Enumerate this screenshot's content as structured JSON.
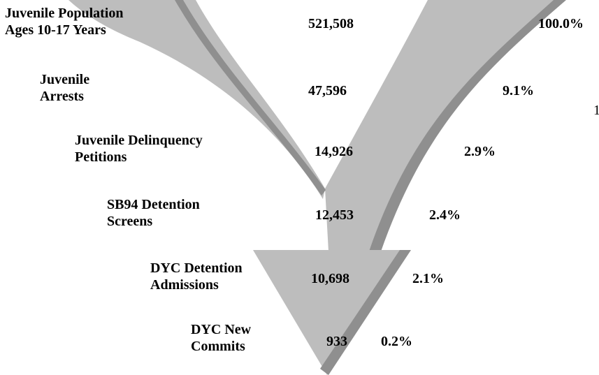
{
  "colors": {
    "funnel_light": "#bdbdbd",
    "funnel_dark": "#8f8f8f",
    "text": "#000000",
    "background": "#ffffff"
  },
  "stages": [
    {
      "label": "Juvenile Population\nAges 10-17 Years",
      "count": "521,508",
      "percent": "100.0%"
    },
    {
      "label": "Juvenile\nArrests",
      "count": "47,596",
      "percent": "9.1%"
    },
    {
      "label": "Juvenile Delinquency\nPetitions",
      "count": "14,926",
      "percent": "2.9%"
    },
    {
      "label": "SB94 Detention\nScreens",
      "count": "12,453",
      "percent": "2.4%"
    },
    {
      "label": "DYC Detention\nAdmissions",
      "count": "10,698",
      "percent": "2.1%"
    },
    {
      "label": "DYC New\nCommits",
      "count": "933",
      "percent": "0.2%"
    }
  ],
  "edge_fragment": "1"
}
